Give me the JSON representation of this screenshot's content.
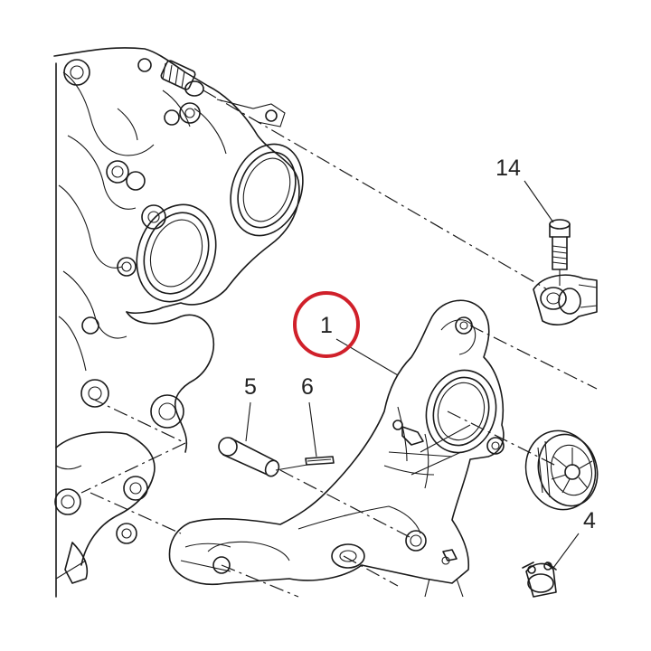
{
  "callouts": [
    {
      "id": "part-1",
      "label": "1",
      "highlighted": true
    },
    {
      "id": "part-4",
      "label": "4",
      "highlighted": false
    },
    {
      "id": "part-5",
      "label": "5",
      "highlighted": false
    },
    {
      "id": "part-6",
      "label": "6",
      "highlighted": false
    },
    {
      "id": "part-14",
      "label": "14",
      "highlighted": false
    }
  ],
  "colors": {
    "line": "#1a1a1a",
    "highlight_ring": "#d0202a",
    "background": "#ffffff"
  }
}
